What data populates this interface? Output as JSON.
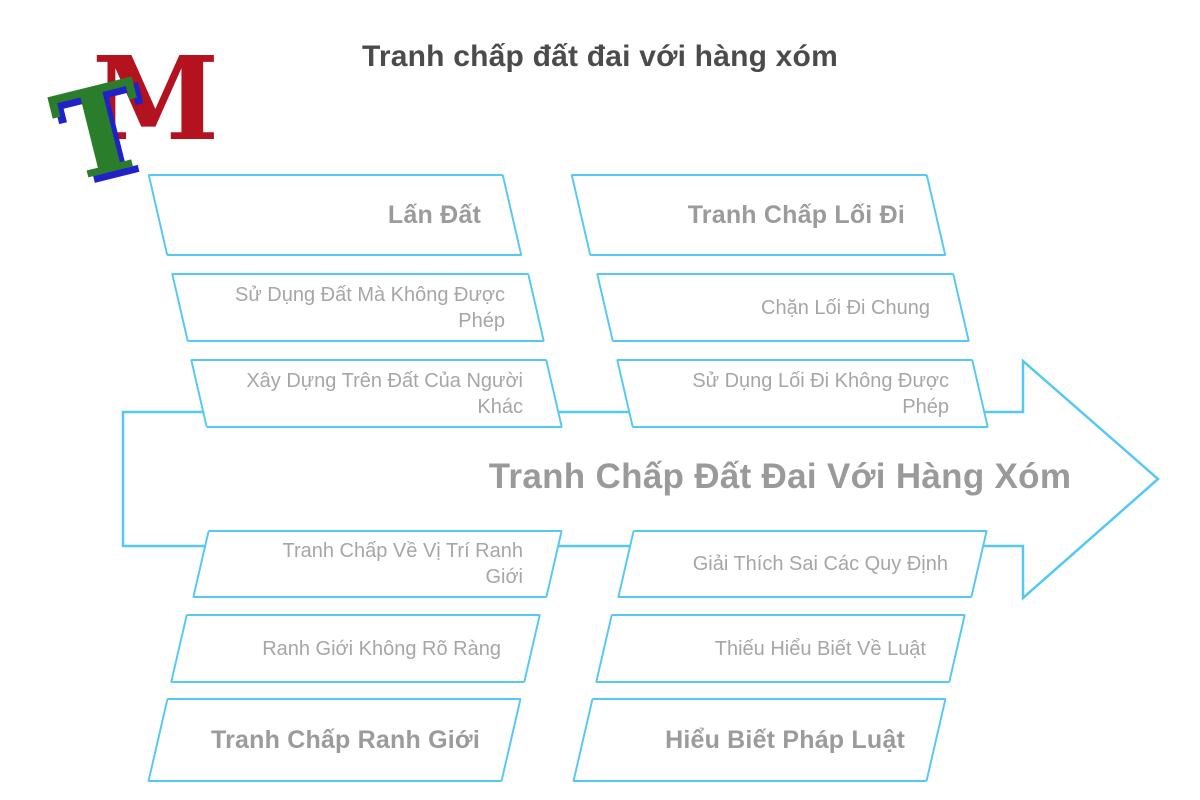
{
  "page": {
    "title": "Tranh chấp đất đai với hàng xóm"
  },
  "logo": {
    "letter_t": "T",
    "letter_m": "M",
    "t_color": "#2a7e2b",
    "m_color": "#b5121f",
    "t_shadow_color": "#2121c8"
  },
  "colors": {
    "accent_blue": "#55c8f5",
    "title_text": "#4b4b4b",
    "category_text": "#9b9b9b",
    "cause_text": "#a6a6a6",
    "spine_text": "#9a9a9a"
  },
  "fishbone": {
    "spine_label": "Tranh Chấp Đất Đai Với Hàng Xóm",
    "top_categories": [
      {
        "label": "Lấn Đất",
        "causes": [
          "Sử Dụng Đất Mà Không Được\nPhép",
          "Xây Dựng Trên Đất Của Người\nKhác"
        ]
      },
      {
        "label": "Tranh Chấp Lối Đi",
        "causes": [
          "Chặn Lối Đi Chung",
          "Sử Dụng Lối Đi Không Được\nPhép"
        ]
      }
    ],
    "bottom_categories": [
      {
        "label": "Tranh Chấp Ranh Giới",
        "causes": [
          "Tranh Chấp Về Vị Trí Ranh\nGiới",
          "Ranh Giới Không Rõ Ràng"
        ]
      },
      {
        "label": "Hiểu Biết Pháp Luật",
        "causes": [
          "Giải Thích Sai Các Quy Định",
          "Thiếu Hiểu Biết Về Luật"
        ]
      }
    ]
  }
}
